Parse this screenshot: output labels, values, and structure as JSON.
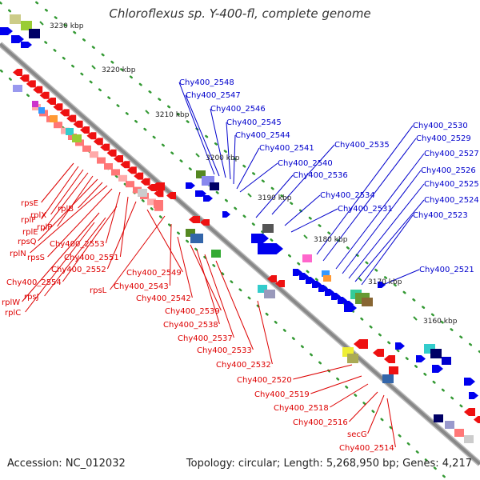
{
  "title": "Chloroflexus sp. Y-400-fl, complete genome",
  "accession_text": "Accession: NC_012032",
  "info_text": "Topology: circular; Length: 5,268,950 bp; Genes: 4,217",
  "colors": {
    "forward_label": "#0000cc",
    "reverse_label": "#dd0000",
    "backbone": "#888888",
    "tick": "#339933",
    "forward_gene": "#0000ee",
    "reverse_gene": "#ee1111"
  },
  "ticks": [
    "3230 kbp",
    "3220 kbp",
    "3210 kbp",
    "3200 kbp",
    "3190 kbp",
    "3180 kbp",
    "3170 kbp",
    "3160 kbp"
  ],
  "forward_labels": [
    "Chy400_2548",
    "Chy400_2547",
    "Chy400_2546",
    "Chy400_2545",
    "Chy400_2544",
    "Chy400_2541",
    "Chy400_2540",
    "Chy400_2536",
    "Chy400_2535",
    "Chy400_2534",
    "Chy400_2531",
    "Chy400_2530",
    "Chy400_2529",
    "Chy400_2527",
    "Chy400_2526",
    "Chy400_2525",
    "Chy400_2524",
    "Chy400_2523",
    "Chy400_2521"
  ],
  "reverse_labels": [
    "rpsE",
    "rplF",
    "rplX",
    "rplE",
    "rplP",
    "rpsQ",
    "rplB",
    "rplN",
    "rpsS",
    "Chy400_2553",
    "Chy400_2551",
    "Chy400_2552",
    "Chy400_2554",
    "Chy400_2549",
    "rpsL",
    "Chy400_2543",
    "Chy400_2542",
    "rplW",
    "rpsJ",
    "rplC",
    "Chy400_2539",
    "Chy400_2538",
    "Chy400_2537",
    "Chy400_2533",
    "Chy400_2532",
    "Chy400_2520",
    "Chy400_2519",
    "Chy400_2518",
    "Chy400_2516",
    "secG",
    "Chy400_2514"
  ]
}
